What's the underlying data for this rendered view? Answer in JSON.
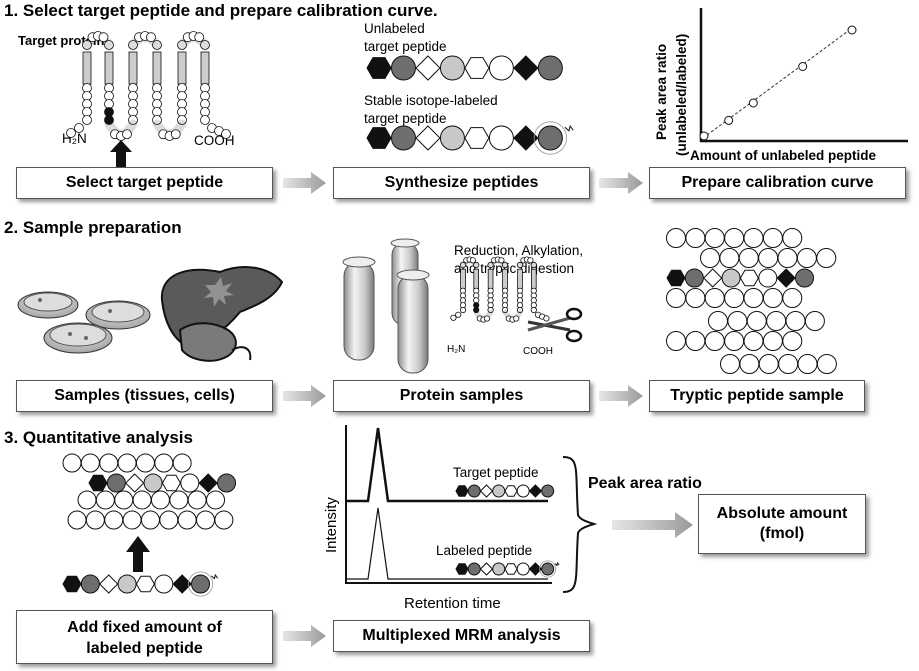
{
  "section1": {
    "title": "1. Select target peptide and prepare calibration curve.",
    "target_protein_label": "Target protein",
    "h2n_label": "H₂N",
    "cooh_label": "COOH",
    "unlabeled_label_1": "Unlabeled",
    "unlabeled_label_2": "target peptide",
    "labeled_label_1": "Stable isotope-labeled",
    "labeled_label_2": "target peptide",
    "chart_ylabel_1": "Peak area ratio",
    "chart_ylabel_2": "(unlabeled/labeled)",
    "chart_xlabel": "Amount of unlabeled peptide",
    "box1": "Select target peptide",
    "box2": "Synthesize peptides",
    "box3": "Prepare calibration curve"
  },
  "section2": {
    "title": "2. Sample preparation",
    "digest_label_1": "Reduction, Alkylation,",
    "digest_label_2": "and tryptic digestion",
    "h2n_label": "H₂N",
    "cooh_label": "COOH",
    "box1": "Samples (tissues, cells)",
    "box2": "Protein samples",
    "box3": "Tryptic peptide sample"
  },
  "section3": {
    "title": "3. Quantitative analysis",
    "intensity_label": "Intensity",
    "retention_label": "Retention time",
    "target_peptide_label": "Target peptide",
    "labeled_peptide_label": "Labeled peptide",
    "peak_area_ratio_label": "Peak area ratio",
    "absolute_line1": "Absolute amount",
    "absolute_line2": "(fmol)",
    "add_line1": "Add fixed amount of",
    "add_line2": "labeled peptide",
    "box_mrm": "Multiplexed MRM analysis"
  },
  "chart_data": {
    "type": "scatter",
    "x": [
      0,
      1,
      2,
      4,
      6
    ],
    "y": [
      0,
      0.9,
      1.9,
      4.0,
      6.1
    ],
    "xlabel": "Amount of unlabeled peptide",
    "ylabel": "Peak area ratio (unlabeled/labeled)",
    "trendline": "linear dashed"
  },
  "colors": {
    "black": "#111111",
    "dark_gray": "#6e6e6e",
    "light_gray": "#c8c8c8",
    "arrow_gray": "#9a9a9a",
    "white": "#ffffff"
  }
}
